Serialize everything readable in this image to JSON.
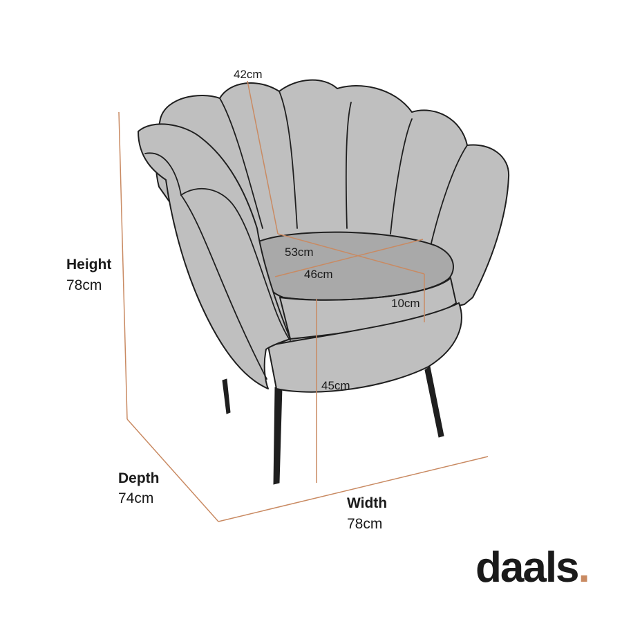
{
  "colors": {
    "outline": "#1f1f1f",
    "fabric": "#bfbfbf",
    "fabric_dark": "#a9a9a9",
    "measure_line": "#c98a62",
    "text": "#1a1a1a",
    "brand_dot": "#c98a62"
  },
  "dimensions": {
    "height": {
      "label": "Height",
      "value": "78cm"
    },
    "depth": {
      "label": "Depth",
      "value": "74cm"
    },
    "width": {
      "label": "Width",
      "value": "78cm"
    },
    "back": {
      "value": "42cm"
    },
    "seat_depth": {
      "value": "53cm"
    },
    "seat_width": {
      "value": "46cm"
    },
    "cushion": {
      "value": "10cm"
    },
    "seat_height": {
      "value": "45cm"
    }
  },
  "brand": {
    "name": "daals",
    "dot": "."
  }
}
